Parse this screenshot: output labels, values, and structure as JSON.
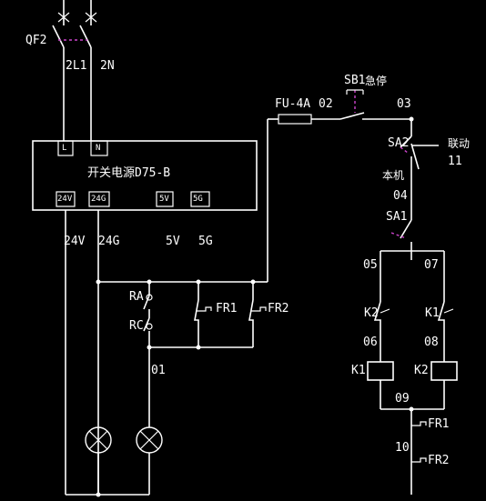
{
  "labels": {
    "qf2": "QF2",
    "l1": "2L1",
    "n": "2N",
    "psu_name": "开关电源D75-B",
    "psu_L": "L",
    "psu_N": "N",
    "psu_24v": "24V",
    "psu_24g": "24G",
    "psu_5v": "5V",
    "psu_5g": "5G",
    "out_24v": "24V",
    "out_24g": "24G",
    "out_5v": "5V",
    "out_5g": "5G",
    "fu": "FU-4A",
    "n02": "02",
    "sb1": "SB1",
    "estop": "急停",
    "n03": "03",
    "sa2": "SA2",
    "linkage": "联动",
    "n11": "11",
    "local": "本机",
    "n04": "04",
    "sa1": "SA1",
    "n05": "05",
    "n07": "07",
    "ra": "RA",
    "rc": "RC",
    "fr1_a": "FR1",
    "fr2_a": "FR2",
    "k2_contact": "K2",
    "k1_contact": "K1",
    "n06": "06",
    "n08": "08",
    "k1_coil": "K1",
    "k2_coil": "K2",
    "n01": "01",
    "n09": "09",
    "fr1_b": "FR1",
    "n10": "10",
    "fr2_b": "FR2"
  }
}
